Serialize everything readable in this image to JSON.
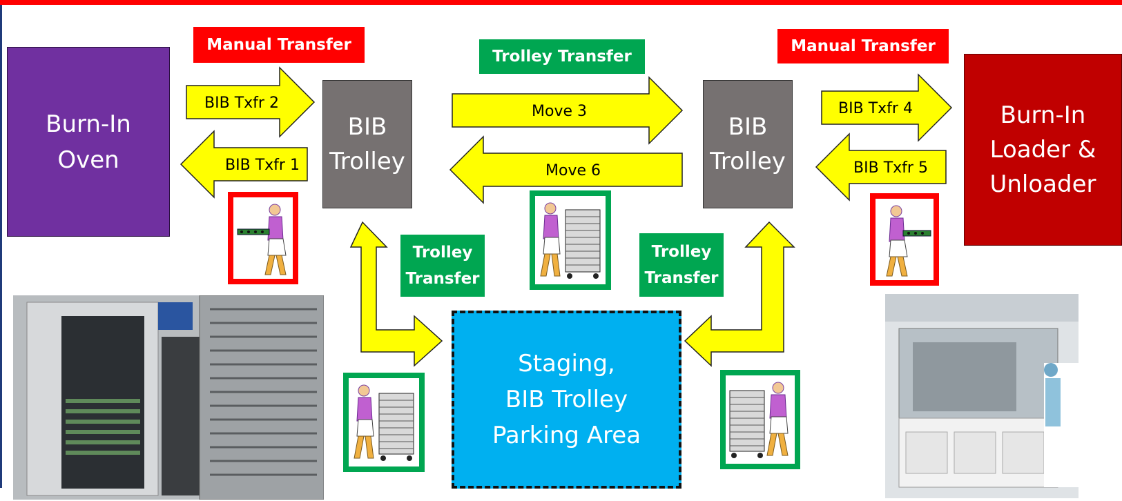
{
  "nodes": {
    "oven": "Burn-In\nOven",
    "trolley_left": "BIB\nTrolley",
    "trolley_right": "BIB\nTrolley",
    "loader": "Burn-In\nLoader &\nUnloader",
    "staging": "Staging,\nBIB Trolley\nParking Area"
  },
  "tags": {
    "manual_left": "Manual Transfer",
    "manual_right": "Manual Transfer",
    "trolley_top": "Trolley Transfer",
    "trolley_left": "Trolley\nTransfer",
    "trolley_right": "Trolley\nTransfer"
  },
  "arrows": {
    "txfr2": "BIB Txfr 2",
    "txfr1": "BIB Txfr 1",
    "move3": "Move 3",
    "move6": "Move 6",
    "txfr4": "BIB Txfr 4",
    "txfr5": "BIB Txfr 5"
  },
  "colors": {
    "oven": "#7030a0",
    "trolley": "#767171",
    "loader": "#c00000",
    "staging": "#00b0f0",
    "arrow_fill": "#ffff00",
    "manual_tag": "#ff0000",
    "trolley_tag": "#00a651"
  }
}
